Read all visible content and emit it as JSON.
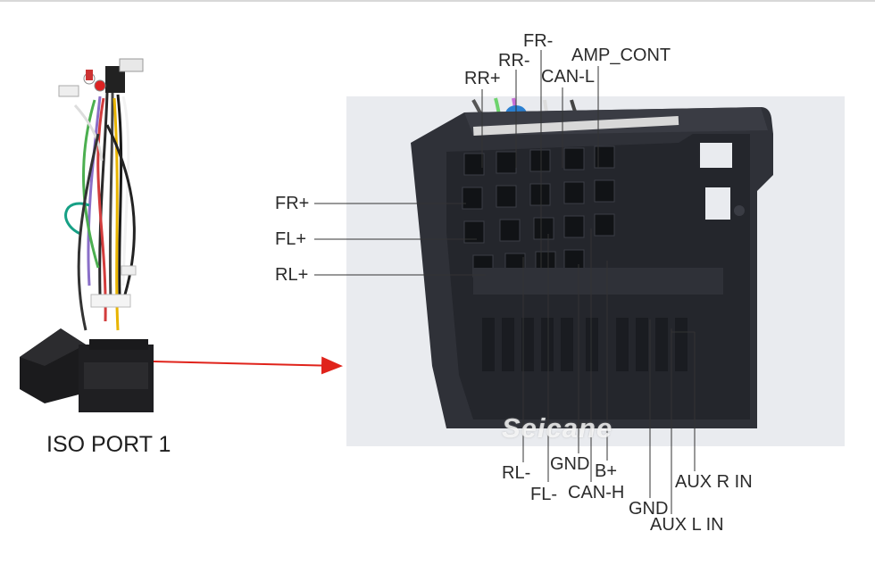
{
  "caption": "ISO PORT 1",
  "watermark": "Seicane",
  "colors": {
    "arrow": "#e0231b",
    "connector": "#2f3138",
    "photo_bg": "#e9ebef",
    "leader_line": "#333333"
  },
  "labels": {
    "fr_minus": "FR-",
    "rr_minus": "RR-",
    "amp_cont": "AMP_CONT",
    "rr_plus": "RR+",
    "can_l": "CAN-L",
    "fr_plus": "FR+",
    "fl_plus": "FL+",
    "rl_plus": "RL+",
    "rl_minus": "RL-",
    "gnd_1": "GND",
    "b_plus": "B+",
    "aux_r_in": "AUX R IN",
    "fl_minus": "FL-",
    "can_h": "CAN-H",
    "gnd_2": "GND",
    "aux_l_in": "AUX L IN"
  }
}
